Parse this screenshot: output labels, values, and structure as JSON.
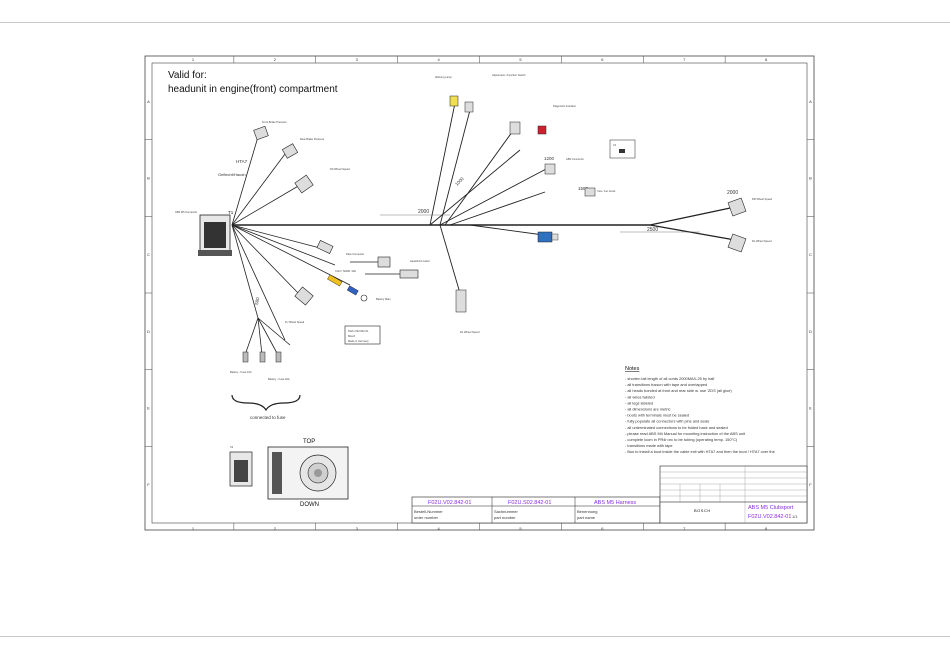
{
  "header": {
    "valid_for": "Valid for:",
    "subtitle": "headunit in engine(front) compartment"
  },
  "frame": {
    "columns": [
      "1",
      "2",
      "3",
      "4",
      "5",
      "6",
      "7",
      "8"
    ],
    "rows": [
      "A",
      "B",
      "C",
      "D",
      "E",
      "F"
    ]
  },
  "lengths": {
    "main_left": "2000",
    "main_right": "2500",
    "upper_right": "2000",
    "branch_1000": "1000",
    "branch_1200": "1200",
    "branch_1500": "1500",
    "bottom_500": "500"
  },
  "labels": {
    "hta7": "HTA7",
    "gelflecht": "Geflecht/Haush",
    "t1": "T1",
    "connected_to_fuse": "connected to fuse",
    "top": "TOP",
    "down": "DOWN",
    "tag_x1": "X1",
    "tag_x2": "X2",
    "front_brake_pressure": "Front Brake Pressure",
    "rear_brake_pressure": "Rear Brake Pressure",
    "fr_wheel_speed": "FR Wheel Speed",
    "rr_wheel_speed": "RR Wheel Speed",
    "rl_wheel_speed": "RL Wheel Speed",
    "fl_wheel_speed": "FL Wheel Speed",
    "warning_lamp": "Warning Lamp",
    "adjustment_switch": "Adjustment / Function Switch",
    "diagnostic_interface": "Diagnostic Interface",
    "abs_connector": "ABS Connector",
    "data_connector": "Data Connector",
    "yaw_sensor": "Yaw / Lat. Accel.",
    "battery_main": "Battery Main",
    "heatshrink": "Heatshrink Label",
    "info_box_line1": "F02U.V02.842-01",
    "info_box_line2": "Bosch",
    "info_box_line3": "Made in Germany",
    "fuse_a": "Battery - Fuse 10A",
    "fuse_b": "Battery - Fuse 40A",
    "connector_right": "ABS M5 Connector",
    "can_label": "CAN / TERM. 30A"
  },
  "notes": {
    "heading": "Notes",
    "items": [
      "- shorten tail length of all cords 2000MAX-25 by half",
      "- all transitions fusson with tape and overlapped",
      "- all heads bonded at front and rear side w. use 'ZDS (all glue)",
      "- all wires twisted",
      "- all legs labeled",
      "- all dimensions are metric",
      "- boots with terminals must be sealed",
      "- fully populate all connectors with pins and seals",
      "- all unterminated connections to be folded back and sealed",
      "- please read ABS M4 Manual for mounting instruction of the ABS unit",
      "- complete loom in PR4r=ec to be tubing (operating temp. 150°C)",
      "- transitions made with tape",
      "- Bus to install a boot inside the cable exit with HTA7 and then the boot / HTA7 over the"
    ]
  },
  "bottom_table": {
    "col1_value": "F02U.V02.842-01",
    "col2_value": "F02U.S02.842-01",
    "col3_value": "ABS M5 Harness",
    "col1_label_de": "Bestell-Nummer",
    "col1_label_en": "order number",
    "col2_label_de": "Sachnummer",
    "col2_label_en": "part number",
    "col3_label_de": "Benennung",
    "col3_label_en": "part name"
  },
  "title_block": {
    "title": "ABS M5 Clubsport",
    "number": "F02U.V02.842-01",
    "logo": "BOSCH",
    "sheet": "1/1"
  }
}
